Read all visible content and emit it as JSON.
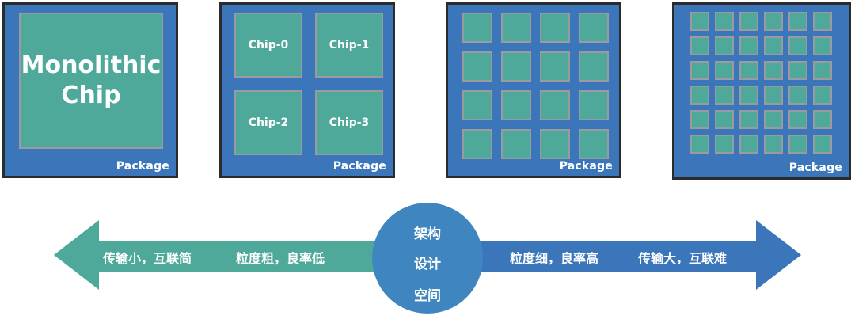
{
  "packages": [
    {
      "label": "Package",
      "chips": [
        "Monolithic Chip"
      ]
    },
    {
      "label": "Package",
      "chips": [
        "Chip-0",
        "Chip-1",
        "Chip-2",
        "Chip-3"
      ]
    },
    {
      "label": "Package",
      "grid": "4x4"
    },
    {
      "label": "Package",
      "grid": "6x6"
    }
  ],
  "mono_title": {
    "line1": "Monolithic",
    "line2": "Chip"
  },
  "axis": {
    "left_text_1": "传输小，互联简",
    "left_text_2": "粒度粗，良率低",
    "right_text_1": "粒度细，良率高",
    "right_text_2": "传输大，互联难",
    "center_line_1": "架构",
    "center_line_2": "设计",
    "center_line_3": "空间"
  },
  "colors": {
    "package_blue": "#3a76b9",
    "chip_teal": "#4ea99a",
    "axis_left": "#4ea99a",
    "axis_right": "#3a76b9",
    "center_circle": "#3f86c0"
  }
}
